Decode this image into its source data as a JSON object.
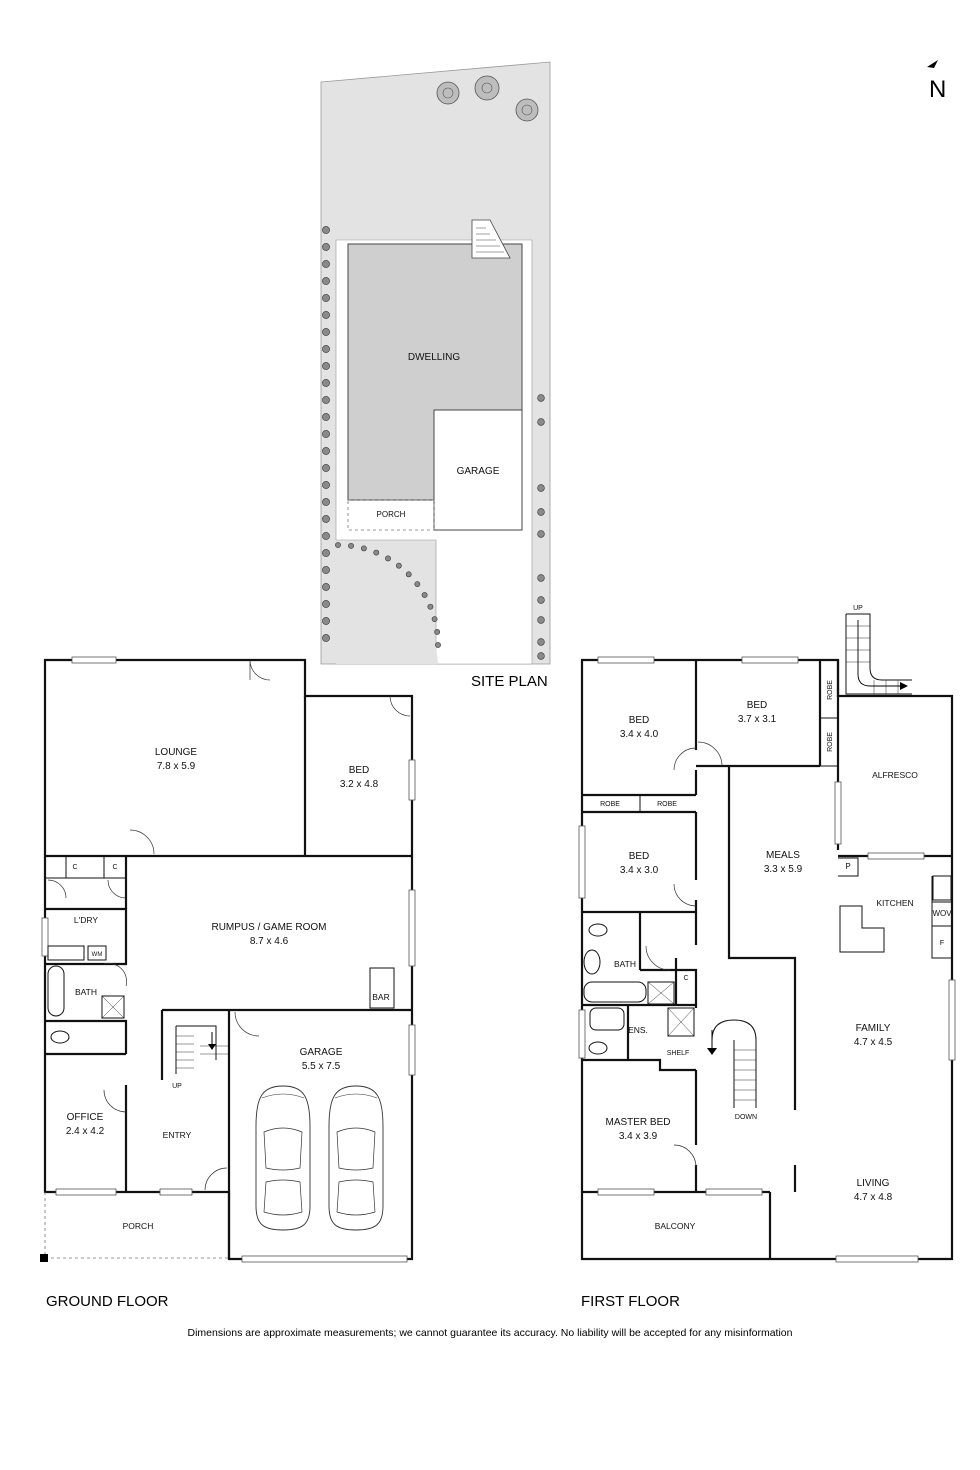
{
  "north_label": "N",
  "site_plan": {
    "title": "SITE PLAN",
    "dwelling": "DWELLING",
    "garage": "GARAGE",
    "porch": "PORCH"
  },
  "ground_floor": {
    "title": "GROUND FLOOR",
    "lounge": {
      "name": "LOUNGE",
      "size": "7.8 x 5.9"
    },
    "bed": {
      "name": "BED",
      "size": "3.2 x 4.8"
    },
    "cupboard_1": "C",
    "cupboard_2": "C",
    "laundry": "L'DRY",
    "wm": "WM",
    "rumpus": {
      "name": "RUMPUS / GAME ROOM",
      "size": "8.7 x 4.6"
    },
    "bath": "BATH",
    "bar": "BAR",
    "garage": {
      "name": "GARAGE",
      "size": "5.5 x 7.5"
    },
    "up": "UP",
    "office": {
      "name": "OFFICE",
      "size": "2.4 x 4.2"
    },
    "entry": "ENTRY",
    "porch": "PORCH"
  },
  "first_floor": {
    "title": "FIRST FLOOR",
    "up": "UP",
    "bed_1": {
      "name": "BED",
      "size": "3.4 x 4.0"
    },
    "bed_2": {
      "name": "BED",
      "size": "3.7 x 3.1"
    },
    "robe_1": "ROBE",
    "robe_2": "ROBE",
    "robe_3": "ROBE",
    "robe_4": "ROBE",
    "alfresco": "ALFRESCO",
    "bed_3": {
      "name": "BED",
      "size": "3.4 x 3.0"
    },
    "meals": {
      "name": "MEALS",
      "size": "3.3 x 5.9"
    },
    "pantry": "P",
    "kitchen": "KITCHEN",
    "wov": "WOV",
    "fridge": "F",
    "bath": "BATH",
    "cupboard": "C",
    "ens": "ENS.",
    "shelf": "SHELF",
    "family": {
      "name": "FAMILY",
      "size": "4.7 x 4.5"
    },
    "down": "DOWN",
    "master_bed": {
      "name": "MASTER BED",
      "size": "3.4 x 3.9"
    },
    "living": {
      "name": "LIVING",
      "size": "4.7 x 4.8"
    },
    "balcony": "BALCONY"
  },
  "disclaimer": "Dimensions are approximate measurements; we cannot guarantee its accuracy. No liability will be accepted for any misinformation"
}
